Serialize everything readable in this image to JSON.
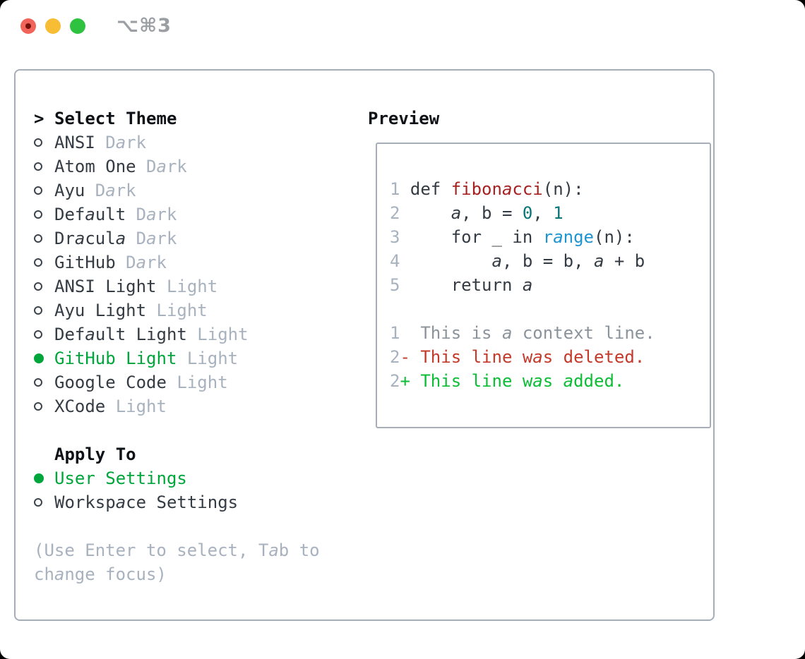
{
  "titlebar": {
    "title": "⌥⌘3"
  },
  "theme_panel": {
    "header": {
      "prompt": ">",
      "label": "Select Theme"
    },
    "themes": [
      {
        "name": "ANSI",
        "variant": "Dark",
        "selected": false
      },
      {
        "name": "Atom One",
        "variant": "Dark",
        "selected": false
      },
      {
        "name": "Ayu",
        "variant": "Dark",
        "selected": false
      },
      {
        "name": "Default",
        "variant": "Dark",
        "selected": false
      },
      {
        "name": "Dracula",
        "variant": "Dark",
        "selected": false
      },
      {
        "name": "GitHub",
        "variant": "Dark",
        "selected": false
      },
      {
        "name": "ANSI Light",
        "variant": "Light",
        "selected": false
      },
      {
        "name": "Ayu Light",
        "variant": "Light",
        "selected": false
      },
      {
        "name": "Default Light",
        "variant": "Light",
        "selected": false
      },
      {
        "name": "GitHub Light",
        "variant": "Light",
        "selected": true
      },
      {
        "name": "Google Code",
        "variant": "Light",
        "selected": false
      },
      {
        "name": "XCode",
        "variant": "Light",
        "selected": false
      }
    ],
    "apply_to": {
      "label": "Apply To",
      "options": [
        {
          "label": "User Settings",
          "selected": true
        },
        {
          "label": "Workspace Settings",
          "selected": false
        }
      ]
    },
    "help_lines": [
      "(Use Enter to select, Tab to",
      "change focus)"
    ]
  },
  "preview": {
    "label": "Preview",
    "lines": [
      {
        "num": "1",
        "tokens": [
          {
            "t": " def ",
            "c": "fg"
          },
          {
            "t": "fibonacci",
            "c": "func"
          },
          {
            "t": "(n):",
            "c": "fg"
          }
        ]
      },
      {
        "num": "2",
        "tokens": [
          {
            "t": "     a, b = ",
            "c": "fg"
          },
          {
            "t": "0",
            "c": "num"
          },
          {
            "t": ", ",
            "c": "fg"
          },
          {
            "t": "1",
            "c": "num"
          }
        ]
      },
      {
        "num": "3",
        "tokens": [
          {
            "t": "     for _ in ",
            "c": "fg"
          },
          {
            "t": "range",
            "c": "builtin"
          },
          {
            "t": "(n):",
            "c": "fg"
          }
        ]
      },
      {
        "num": "4",
        "tokens": [
          {
            "t": "         a, b = b, a + b",
            "c": "fg"
          }
        ]
      },
      {
        "num": "5",
        "tokens": [
          {
            "t": "     return a",
            "c": "fg"
          }
        ]
      },
      {
        "num": "",
        "tokens": []
      },
      {
        "num": "1",
        "tokens": [
          {
            "t": "  This is a context line.",
            "c": "ctx"
          }
        ]
      },
      {
        "num": "2",
        "tokens": [
          {
            "t": "- This line was deleted.",
            "c": "del"
          }
        ]
      },
      {
        "num": "2",
        "tokens": [
          {
            "t": "+ This line was added.",
            "c": "add"
          }
        ]
      }
    ]
  },
  "colors": {
    "selected_green": "#00a63c",
    "text_dark": "#343b43",
    "text_muted": "#a8b2bf",
    "heading": "#0e1216",
    "panel_border": "#a7aeb8",
    "title_gray": "#9b9fa4",
    "traffic_red": "#f2635a",
    "traffic_red_dot": "#73120d",
    "traffic_yellow": "#f6bd35",
    "traffic_green": "#2fc240",
    "tokens": {
      "lnum": "#a8b2bf",
      "fg": "#343b43",
      "func": "#a62222",
      "num": "#0a7577",
      "builtin": "#1e95d1",
      "ctx": "#8c939b",
      "del": "#c43a2a",
      "add": "#0cbd35"
    }
  }
}
